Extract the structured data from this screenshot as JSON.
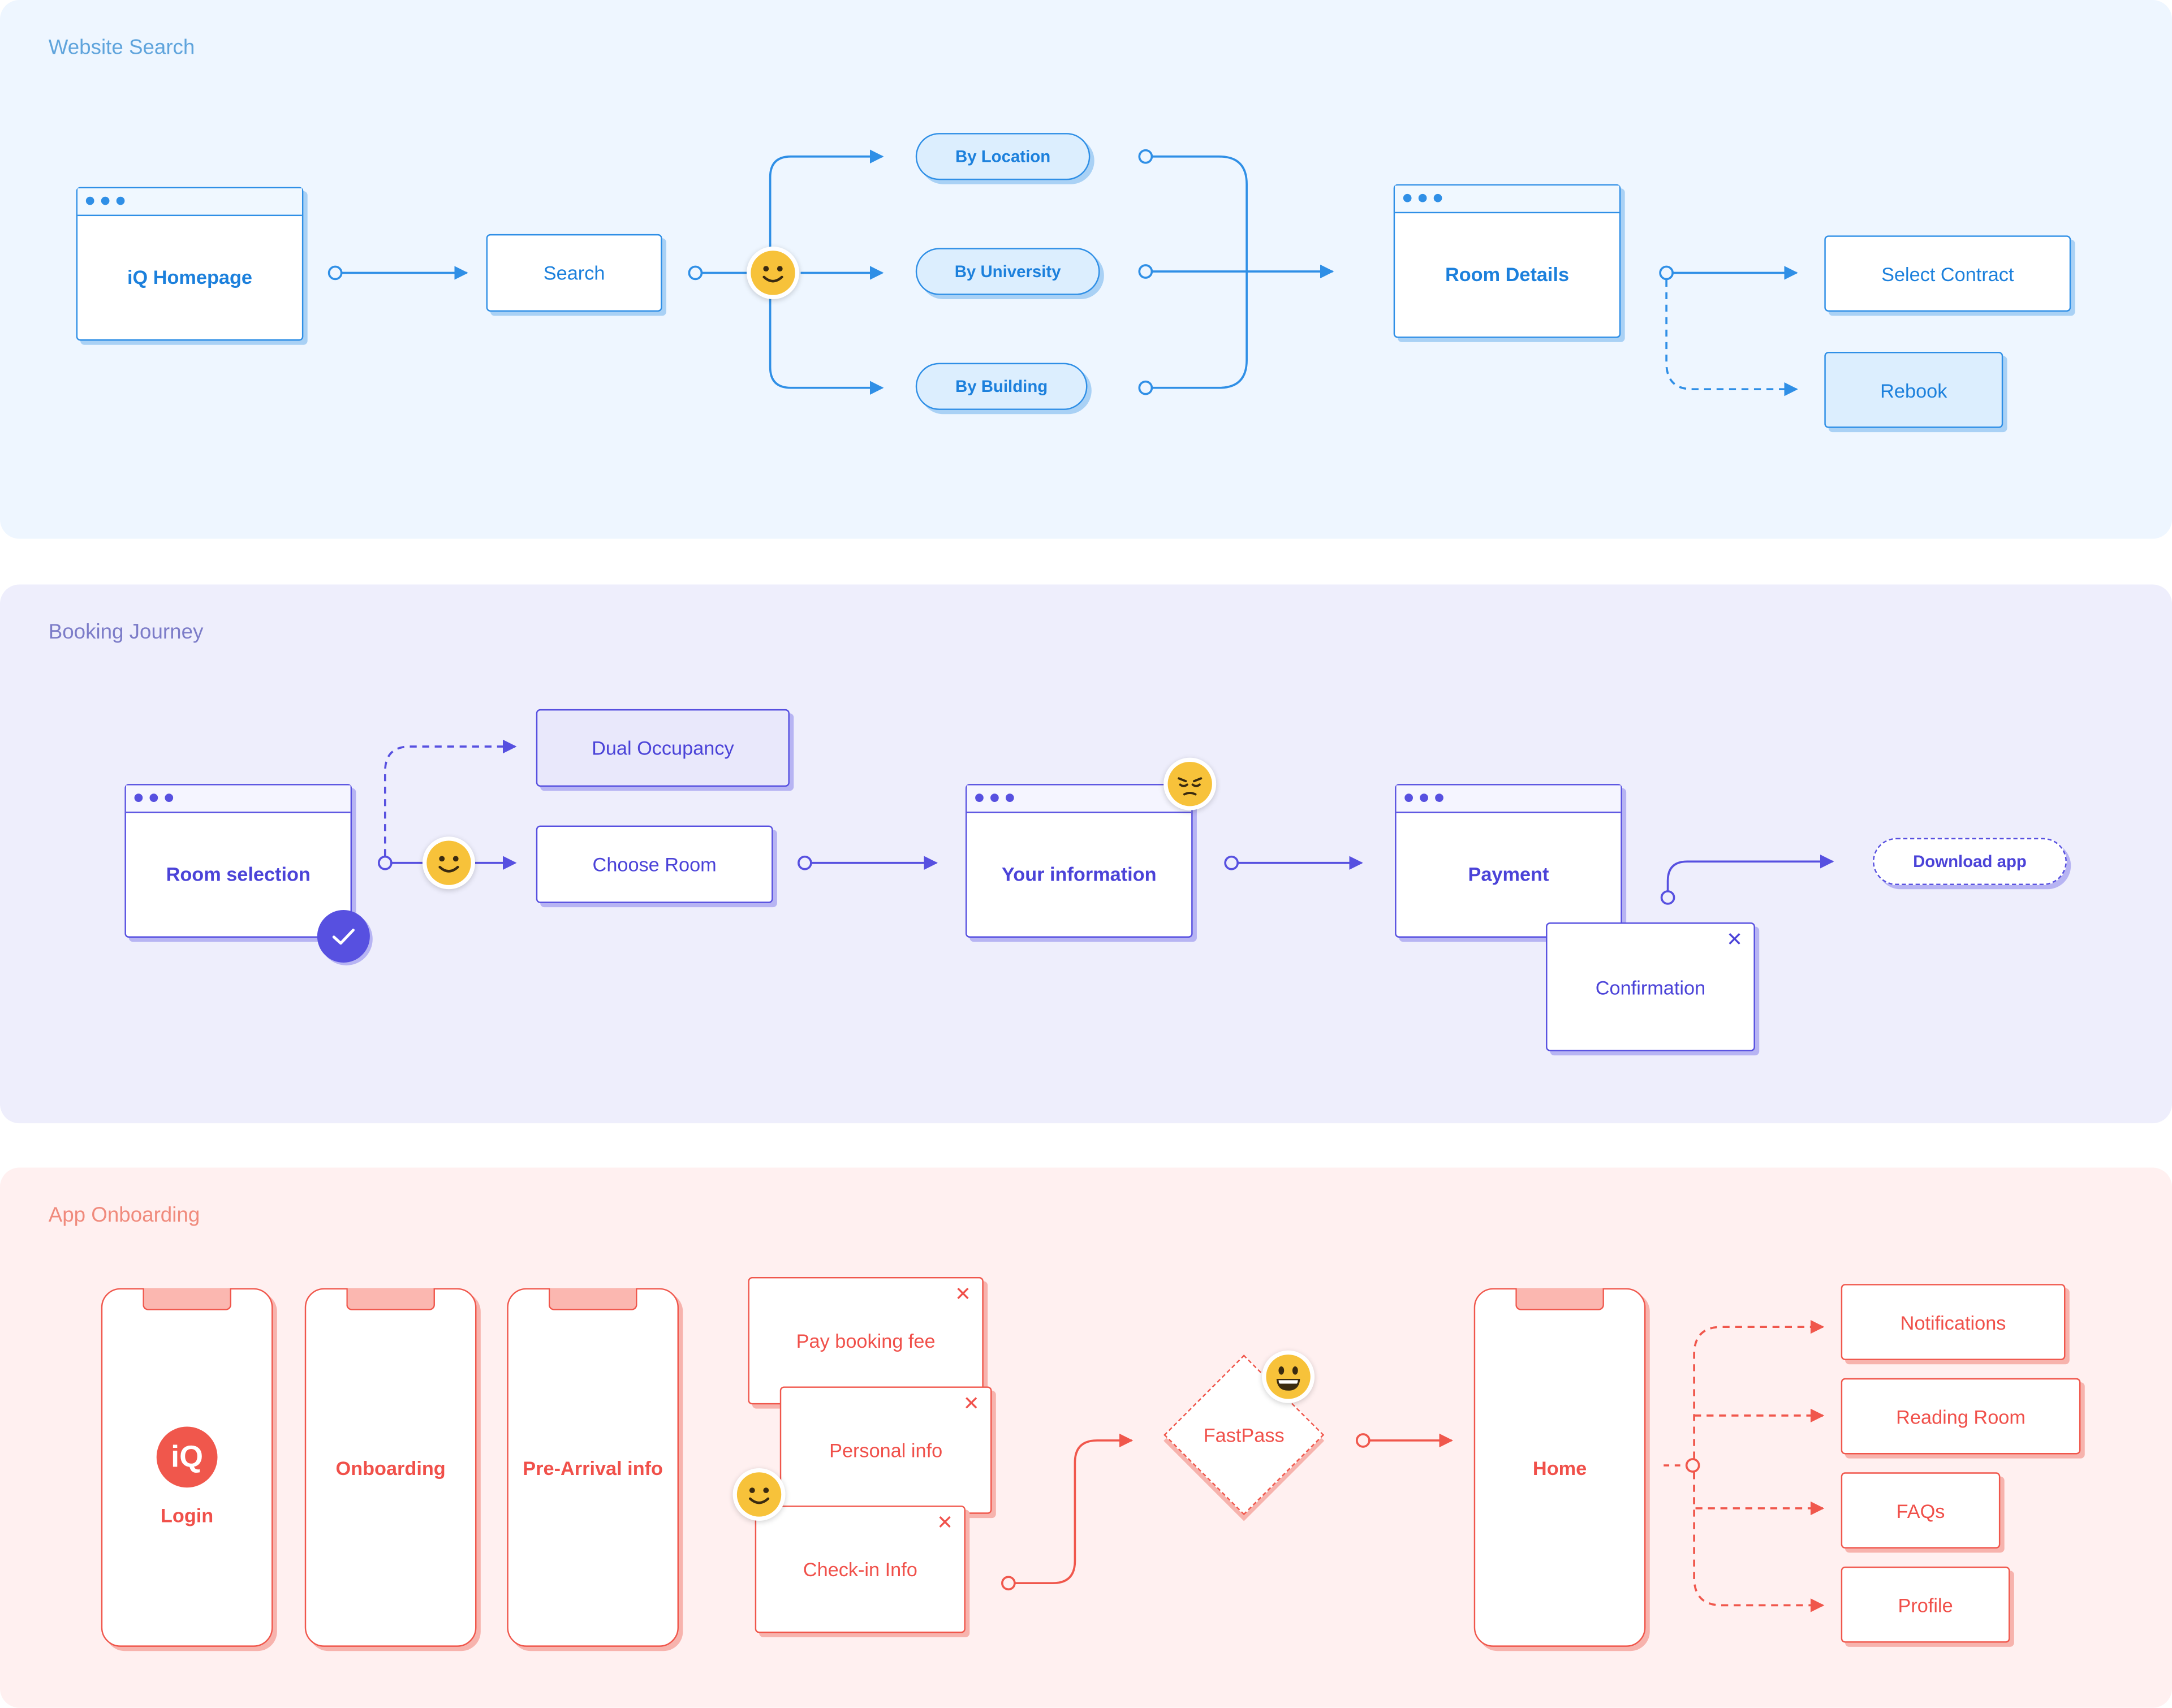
{
  "sections": {
    "website_search": "Website Search",
    "booking_journey": "Booking Journey",
    "app_onboarding": "App Onboarding"
  },
  "website_search": {
    "homepage": "iQ Homepage",
    "search": "Search",
    "by_location": "By Location",
    "by_university": "By University",
    "by_building": "By Building",
    "room_details": "Room Details",
    "select_contract": "Select Contract",
    "rebook": "Rebook"
  },
  "booking_journey": {
    "room_selection": "Room selection",
    "dual_occupancy": "Dual Occupancy",
    "choose_room": "Choose Room",
    "your_information": "Your information",
    "payment": "Payment",
    "confirmation": "Confirmation",
    "download_app": "Download app"
  },
  "app_onboarding": {
    "logo_text": "iQ",
    "login": "Login",
    "onboarding": "Onboarding",
    "pre_arrival": "Pre-Arrival info",
    "pay_booking_fee": "Pay booking fee",
    "personal_info": "Personal info",
    "check_in_info": "Check-in Info",
    "fastpass": "FastPass",
    "home": "Home",
    "notifications": "Notifications",
    "reading_room": "Reading Room",
    "faqs": "FAQs",
    "profile": "Profile",
    "close_glyph": "✕"
  },
  "icons": {
    "happy_face": "smiley-face-icon",
    "sad_face": "pensive-face-icon",
    "grin_face": "grinning-face-icon",
    "check": "check-icon"
  },
  "colors": {
    "blue": "#2f8fe6",
    "purple": "#5750e0",
    "red": "#f0574c",
    "emoji": "#f7c23a"
  }
}
